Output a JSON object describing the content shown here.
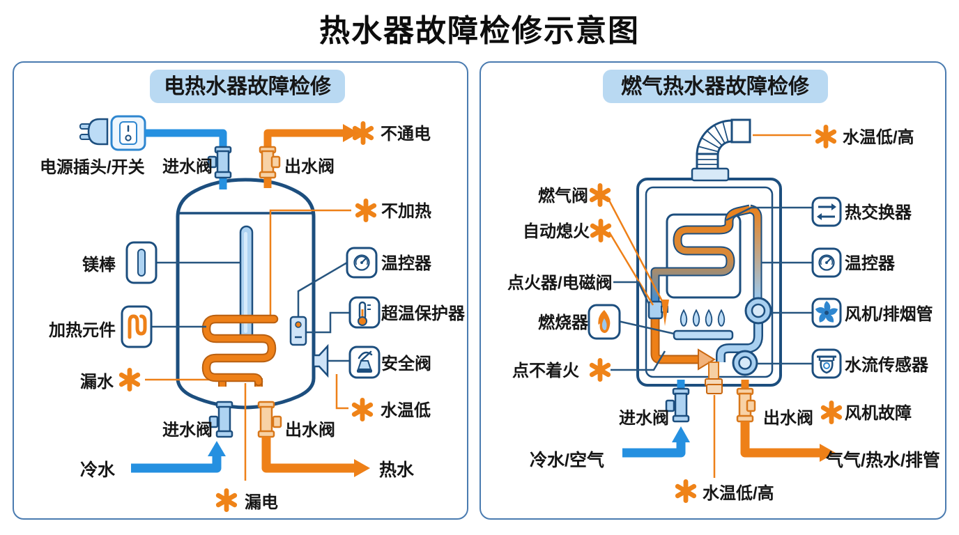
{
  "title": "热水器故障检修示意图",
  "colors": {
    "navy": "#1c4e7e",
    "pipe_blue": "#2590e0",
    "light_blue": "#aed3f2",
    "orange": "#ee8018",
    "light_orange": "#f8d2a6",
    "header_bg": "#b9d9f2",
    "panel_border": "#4a7bb0",
    "asterisk_orange": "#ef8318"
  },
  "left": {
    "header": "电热水器故障检修",
    "labels": {
      "power": "电源插头/开关",
      "inlet_top": "进水阀",
      "outlet_top": "出水阀",
      "fault_no_power": "不通电",
      "fault_no_heat": "不加热",
      "mg_rod": "镁棒",
      "thermostat": "温控器",
      "overheat": "超温保护器",
      "element": "加热元件",
      "safety_valve": "安全阀",
      "fault_leak_water": "漏水",
      "fault_low_temp": "水温低",
      "inlet_bottom": "进水阀",
      "outlet_bottom": "出水阀",
      "cold": "冷水",
      "hot": "热水",
      "fault_leak_elec": "漏电"
    }
  },
  "right": {
    "header": "燃气热水器故障检修",
    "labels": {
      "fault_temp_top": "水温低/高",
      "gas_valve": "燃气阀",
      "auto_off": "自动熄火",
      "igniter": "点火器/电磁阀",
      "burner": "燃烧器",
      "fault_no_fire": "点不着火",
      "exchanger": "热交换器",
      "thermostat": "温控器",
      "fan": "风机/排烟管",
      "flow_sensor": "水流传感器",
      "inlet": "进水阀",
      "outlet": "出水阀",
      "fault_fan": "风机故障",
      "cold_air": "冷水/空气",
      "out_flow": "气气/热水/排管",
      "fault_temp_bottom": "水温低/高"
    }
  }
}
